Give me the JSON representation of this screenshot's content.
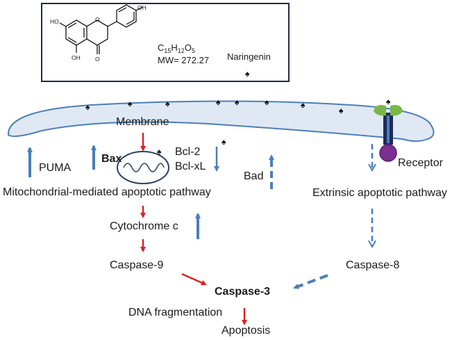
{
  "info_box": {
    "formula": "C15H12O5",
    "formula_parts": {
      "c": "C",
      "c_n": "15",
      "h": "H",
      "h_n": "12",
      "o": "O",
      "o_n": "5"
    },
    "mw": "MW= 272.27",
    "compound": "Naringenin",
    "atoms": {
      "oh_top": "OH",
      "ho_left": "HO",
      "oh_bottom": "OH",
      "o_ring": "O",
      "o_ketone": "O"
    }
  },
  "membrane_label": "Membrane",
  "receptor_label": "Receptor",
  "intrinsic": {
    "puma": "PUMA",
    "bax": "Bax",
    "bcl2": "Bcl-2",
    "bclxl": "Bcl-xL",
    "bad": "Bad",
    "pathway": "Mitochondrial-mediated apoptotic pathway",
    "cytochrome": "Cytochrome c",
    "caspase9": "Caspase-9"
  },
  "extrinsic": {
    "pathway": "Extrinsic apoptotic pathway",
    "caspase8": "Caspase-8"
  },
  "core": {
    "caspase3": "Caspase-3",
    "dna": "DNA fragmentation",
    "apoptosis": "Apoptosis"
  },
  "marker_symbol": "♠",
  "colors": {
    "blue": "#4a7ebb",
    "red": "#e02020",
    "membrane_fill": "#dfe8f3",
    "receptor_dark": "#1f2a5a",
    "receptor_purple": "#7b2f8f",
    "receptor_green": "#7ab648"
  }
}
